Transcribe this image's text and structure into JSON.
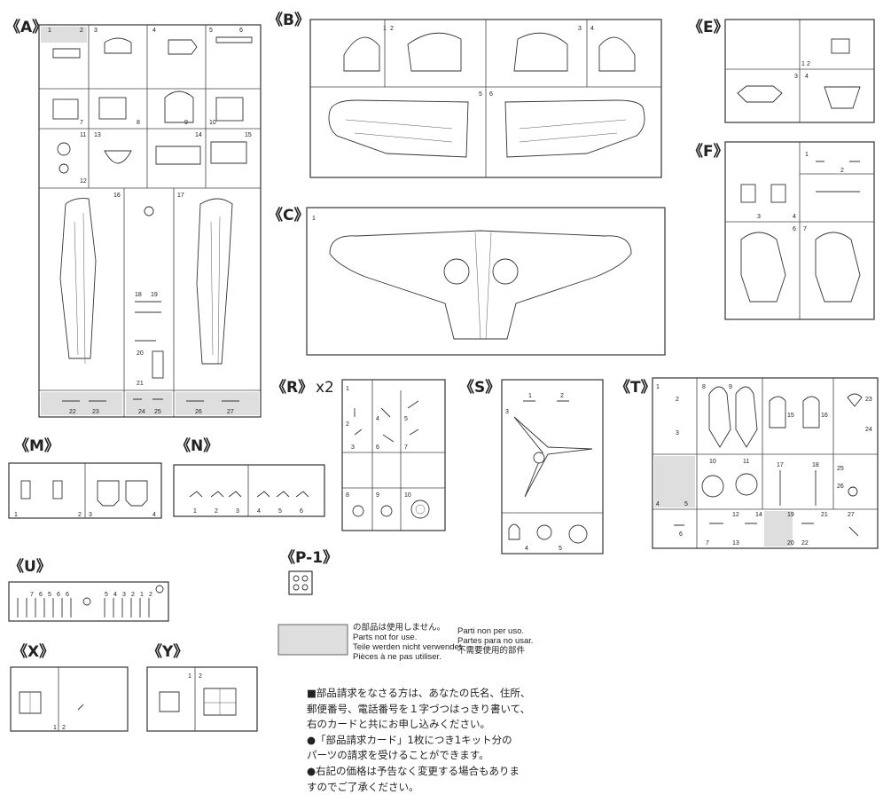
{
  "sprues": {
    "A": {
      "label": "《A》",
      "numbers": [
        "1",
        "2",
        "3",
        "4",
        "5",
        "6",
        "7",
        "8",
        "9",
        "10",
        "11",
        "12",
        "13",
        "14",
        "15",
        "16",
        "17",
        "18",
        "19",
        "20",
        "21",
        "22",
        "23",
        "24",
        "25",
        "26",
        "27"
      ]
    },
    "B": {
      "label": "《B》",
      "numbers": [
        "1",
        "2",
        "3",
        "4",
        "5",
        "6"
      ]
    },
    "C": {
      "label": "《C》",
      "numbers": [
        "1"
      ]
    },
    "E": {
      "label": "《E》",
      "numbers": [
        "1",
        "2",
        "3",
        "4"
      ]
    },
    "F": {
      "label": "《F》",
      "numbers": [
        "1",
        "2",
        "3",
        "4",
        "6",
        "7"
      ]
    },
    "R": {
      "label": "《R》",
      "suffix": "x2",
      "numbers": [
        "1",
        "2",
        "3",
        "4",
        "5",
        "6",
        "7",
        "8",
        "9",
        "10"
      ]
    },
    "S": {
      "label": "《S》",
      "numbers": [
        "1",
        "2",
        "3",
        "4",
        "5"
      ]
    },
    "T": {
      "label": "《T》",
      "numbers": [
        "1",
        "2",
        "3",
        "4",
        "5",
        "6",
        "7",
        "8",
        "9",
        "10",
        "11",
        "12",
        "13",
        "14",
        "15",
        "16",
        "17",
        "18",
        "19",
        "20",
        "21",
        "22",
        "23",
        "24",
        "25",
        "26",
        "27"
      ]
    },
    "M": {
      "label": "《M》",
      "numbers": [
        "1",
        "2",
        "3",
        "4"
      ]
    },
    "N": {
      "label": "《N》",
      "numbers": [
        "1",
        "2",
        "3",
        "4",
        "5",
        "6"
      ]
    },
    "U": {
      "label": "《U》",
      "numbers": [
        "7",
        "6",
        "5",
        "6",
        "6",
        "5",
        "4",
        "3",
        "2",
        "1",
        "2"
      ]
    },
    "P1": {
      "label": "《P-1》"
    },
    "X": {
      "label": "《X》",
      "numbers": [
        "1",
        "2"
      ]
    },
    "Y": {
      "label": "《Y》",
      "numbers": [
        "1",
        "2"
      ]
    }
  },
  "legend": {
    "col1": [
      "の部品は使用しません。",
      "Parts not for use.",
      "Teile werden nicht verwendet.",
      "Pièces à ne pas utiliser."
    ],
    "col2": [
      "Parti non per uso.",
      "Partes para no usar.",
      "不需要使用的部件"
    ]
  },
  "notes": [
    "■部品請求をなさる方は、あなたの氏名、住所、",
    "郵便番号、電話番号を１字づつはっきり書いて、",
    "右のカードと共にお申し込みください。",
    "●「部品請求カード」1枚につき1キット分の",
    "パーツの請求を受けることができます。",
    "●右記の価格は予告なく変更する場合もありま",
    "すのでご了承ください。"
  ],
  "colors": {
    "line": "#333333",
    "unused_fill": "#dedede"
  }
}
